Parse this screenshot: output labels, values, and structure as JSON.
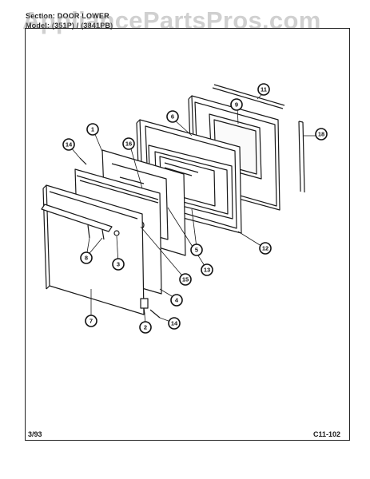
{
  "header": {
    "section_line": "Section: DOOR LOWER",
    "model_line": "Model: (351P) / (3841PB)"
  },
  "watermark": "AppliancePartsPros.com",
  "footer": {
    "date": "3/93",
    "code": "C11-102"
  },
  "callouts": [
    "11",
    "9",
    "6",
    "1",
    "16",
    "14",
    "18",
    "5",
    "12",
    "8",
    "3",
    "13",
    "15",
    "4",
    "7",
    "2",
    "14"
  ]
}
